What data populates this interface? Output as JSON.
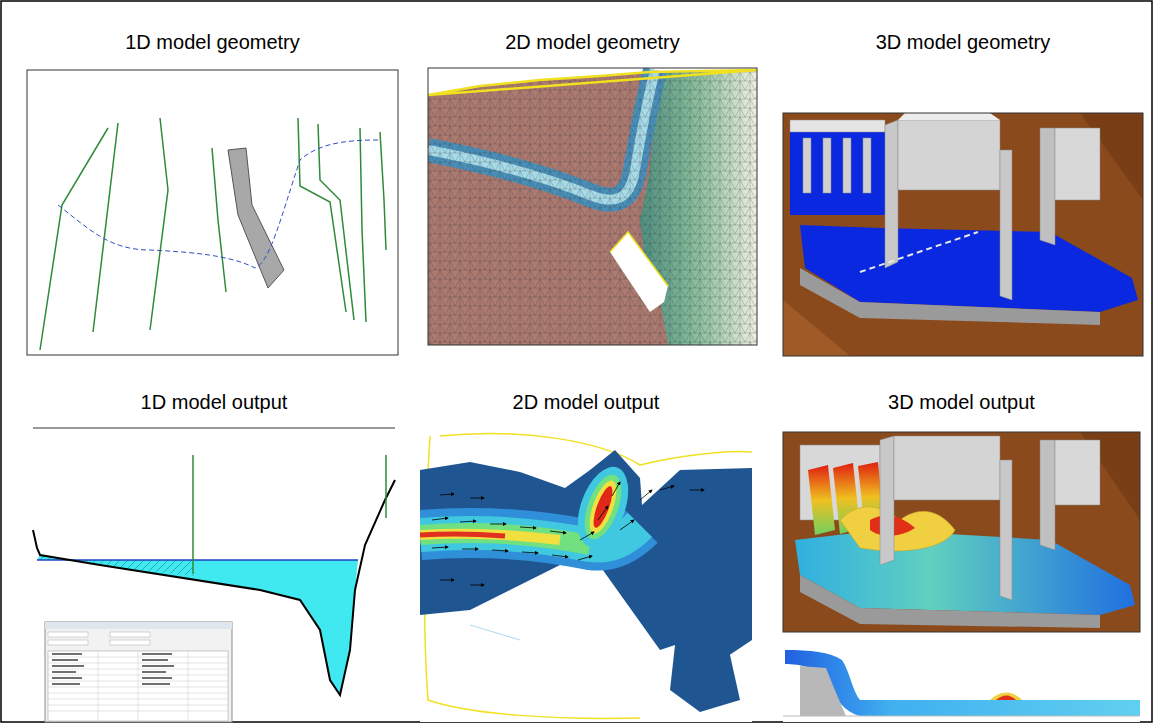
{
  "diagram": {
    "nodes": [
      {
        "text": [
          "1D model geometry"
        ]
      },
      {
        "text": [
          "2D model geometry"
        ]
      },
      {
        "text": [
          "3D model geometry"
        ]
      },
      {
        "text": [
          "1D model output"
        ]
      },
      {
        "text": [
          "2D model output"
        ]
      },
      {
        "text": [
          "3D model output"
        ]
      }
    ]
  }
}
